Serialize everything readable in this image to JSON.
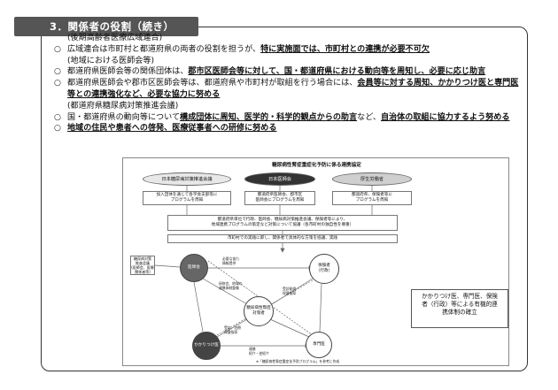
{
  "header": {
    "title": "3．関係者の役割（続き）"
  },
  "sections": [
    {
      "heading": "(後期高齢者医療広域連合)",
      "bullets": [
        {
          "mark": "○",
          "plain": "広域連合は市町村と都道府県の両者の役割を担うが、",
          "bold": "特に実施面では、市町村との連携が必要不可欠",
          "after": ""
        }
      ]
    },
    {
      "heading": "(地域における医師会等)",
      "bullets": [
        {
          "mark": "○",
          "plain": "都道府県医師会等の関係団体は、",
          "bold": "郡市区医師会等に対して、国・都道府県における動向等を周知し、必要に応じ助言",
          "after": ""
        },
        {
          "mark": "○",
          "plain": "都道府県医師会や郡市区医師会等は、都道府県や市町村が取組を行う場合には、",
          "bold": "会員等に対する周知、かかりつけ医と専門医等との連携強化など、必要な協力に努める",
          "after": ""
        }
      ]
    },
    {
      "heading": "(都道府県糖尿病対策推進会議)",
      "bullets": [
        {
          "mark": "○",
          "plain": "国・都道府県の動向等について",
          "bold": "構成団体に周知、医学的・科学的観点からの助言",
          "after": "など、",
          "bold2": "自治体の取組に協力するよう努める"
        },
        {
          "mark": "○",
          "plain": "",
          "bold": "地域の住民や患者への啓発、医療従事者への研修に努める",
          "after": ""
        }
      ]
    }
  ],
  "diagram": {
    "title": "糖尿病性腎症重症化予防に係る連携協定",
    "ovals": [
      "日本糖尿病対策推進会議",
      "日本医師会",
      "厚生労働省"
    ],
    "boxes": [
      "加入団体を通じて各学会支部等に\nプログラムを周知",
      "都道府県医師会、郡市区\n医師会にプログラムを周知",
      "都道府県、保険者等に\nプログラムを周知",
      "都道府県単位で行政、医師会、糖尿病対策推進会議、保険者等により、\n地域連携プログラムの策定など対策について協議（各市町村の独自性を尊重）",
      "市町村での実践に即し、関係者で具体的な方策を協議、実践"
    ],
    "circles": [
      "医師会",
      "保険者\n（行政）",
      "糖尿病性腎症\n対策者",
      "かかりつけ医",
      "専門医"
    ],
    "small_box": "糖尿病対策\n推進会議\n(医師会、医療\n関係者等)",
    "labels": [
      "必要な協力\n情報提供",
      "研修会、地域の\n連携体制整備",
      "受診勧奨\n保健指導",
      "受診、治療\n保健指導",
      "連携\n紹介・逆紹介",
      "※「糖尿病性腎症重症化予防プログラム」を参考に作成"
    ],
    "right_note": "かかりつけ医、専門医、保険\n者（行政）等による有機的連\n携体制の確立"
  }
}
